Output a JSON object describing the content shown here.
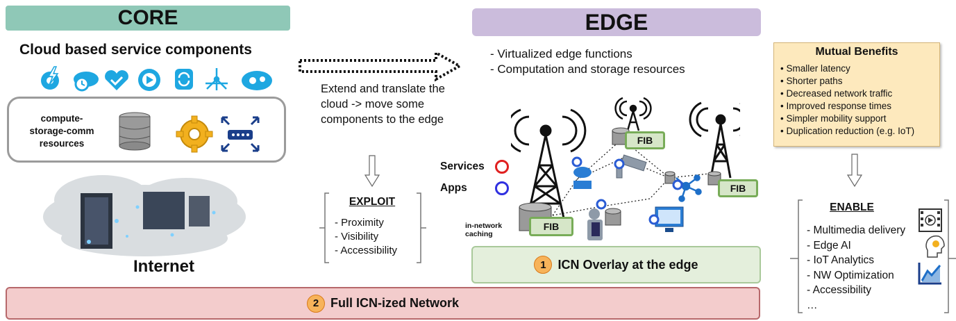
{
  "core": {
    "header": "CORE",
    "subtitle": "Cloud based service components",
    "resources_label": "compute-storage-comm resources",
    "internet_label": "Internet"
  },
  "middle": {
    "extend_text": "Extend and translate the cloud -> move some components to the edge",
    "exploit_title": "EXPLOIT",
    "exploit_items": [
      "- Proximity",
      "- Visibility",
      "- Accessibility"
    ]
  },
  "edge": {
    "header": "EDGE",
    "bullets": [
      "- Virtualized edge functions",
      "- Computation and storage resources"
    ],
    "services_label": "Services",
    "apps_label": "Apps",
    "fib_label": "FIB",
    "caching_label": "in-network caching",
    "icn_overlay_num": "1",
    "icn_overlay_label": "ICN Overlay at the edge"
  },
  "full_network": {
    "num": "2",
    "label": "Full ICN-ized Network"
  },
  "mutual_benefits": {
    "title": "Mutual Benefits",
    "items": [
      "Smaller latency",
      "Shorter paths",
      "Decreased network traffic",
      "Improved response times",
      "Simpler mobility support",
      "Duplication reduction (e.g. IoT)"
    ]
  },
  "enable": {
    "title": "ENABLE",
    "items": [
      "- Multimedia delivery",
      "- Edge AI",
      "- IoT Analytics",
      "- NW Optimization",
      "- Accessibility",
      "…"
    ]
  },
  "colors": {
    "core_header": "#8fc8b7",
    "edge_header": "#cbbcdc",
    "cloud_icon": "#1ea7e1",
    "fib_fill": "#d6e6c8",
    "fib_border": "#78ac58",
    "services_ring": "#e02020",
    "apps_ring": "#3030e0",
    "overlay_fill": "#e4efdc",
    "full_fill": "#f3cccc",
    "mutual_fill": "#fde9bd",
    "badge": "#f7b35a"
  }
}
